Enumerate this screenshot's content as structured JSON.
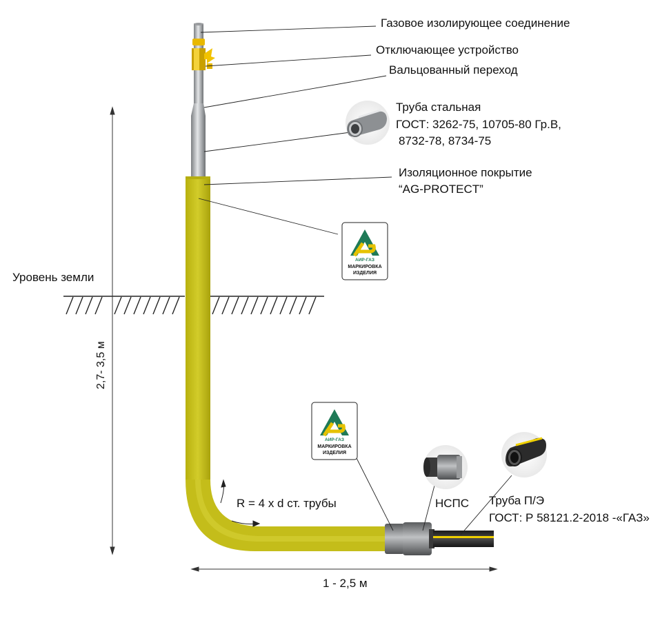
{
  "labels": {
    "gas_insulating_joint": "Газовое изолирующее соединение",
    "shutoff_device": "Отключающее устройство",
    "rolled_transition": "Вальцованный переход",
    "steel_pipe_line1": "Труба стальная",
    "steel_pipe_line2": "ГОСТ: 3262-75, 10705-80 Гр.В,",
    "steel_pipe_line3": "8732-78, 8734-75",
    "coating_line1": "Изоляционное покрытие",
    "coating_line2": "“AG-PROTECT”",
    "ground_level": "Уровень земли",
    "depth_dim": "2,7- 3,5 м",
    "bend_radius": "R = 4 x d ст. трубы",
    "nsps": "НСПС",
    "pe_pipe_line1": "Труба П/Э",
    "pe_pipe_line2": "ГОСТ: Р 58121.2-2018 -«ГАЗ»",
    "length_dim": "1 - 2,5 м"
  },
  "badge": {
    "brand": "АИР-ГАЗ",
    "line1": "МАРКИРОВКА",
    "line2": "ИЗДЕЛИЯ"
  },
  "colors": {
    "coating_yellow": "#c8c21e",
    "steel_gray": "#b8babd",
    "valve_yellow": "#f2c200",
    "pe_pipe_black": "#2a2a2a",
    "pe_stripe": "#f0d000",
    "badge_green": "#1f7a57",
    "badge_yellow": "#e6c200"
  }
}
